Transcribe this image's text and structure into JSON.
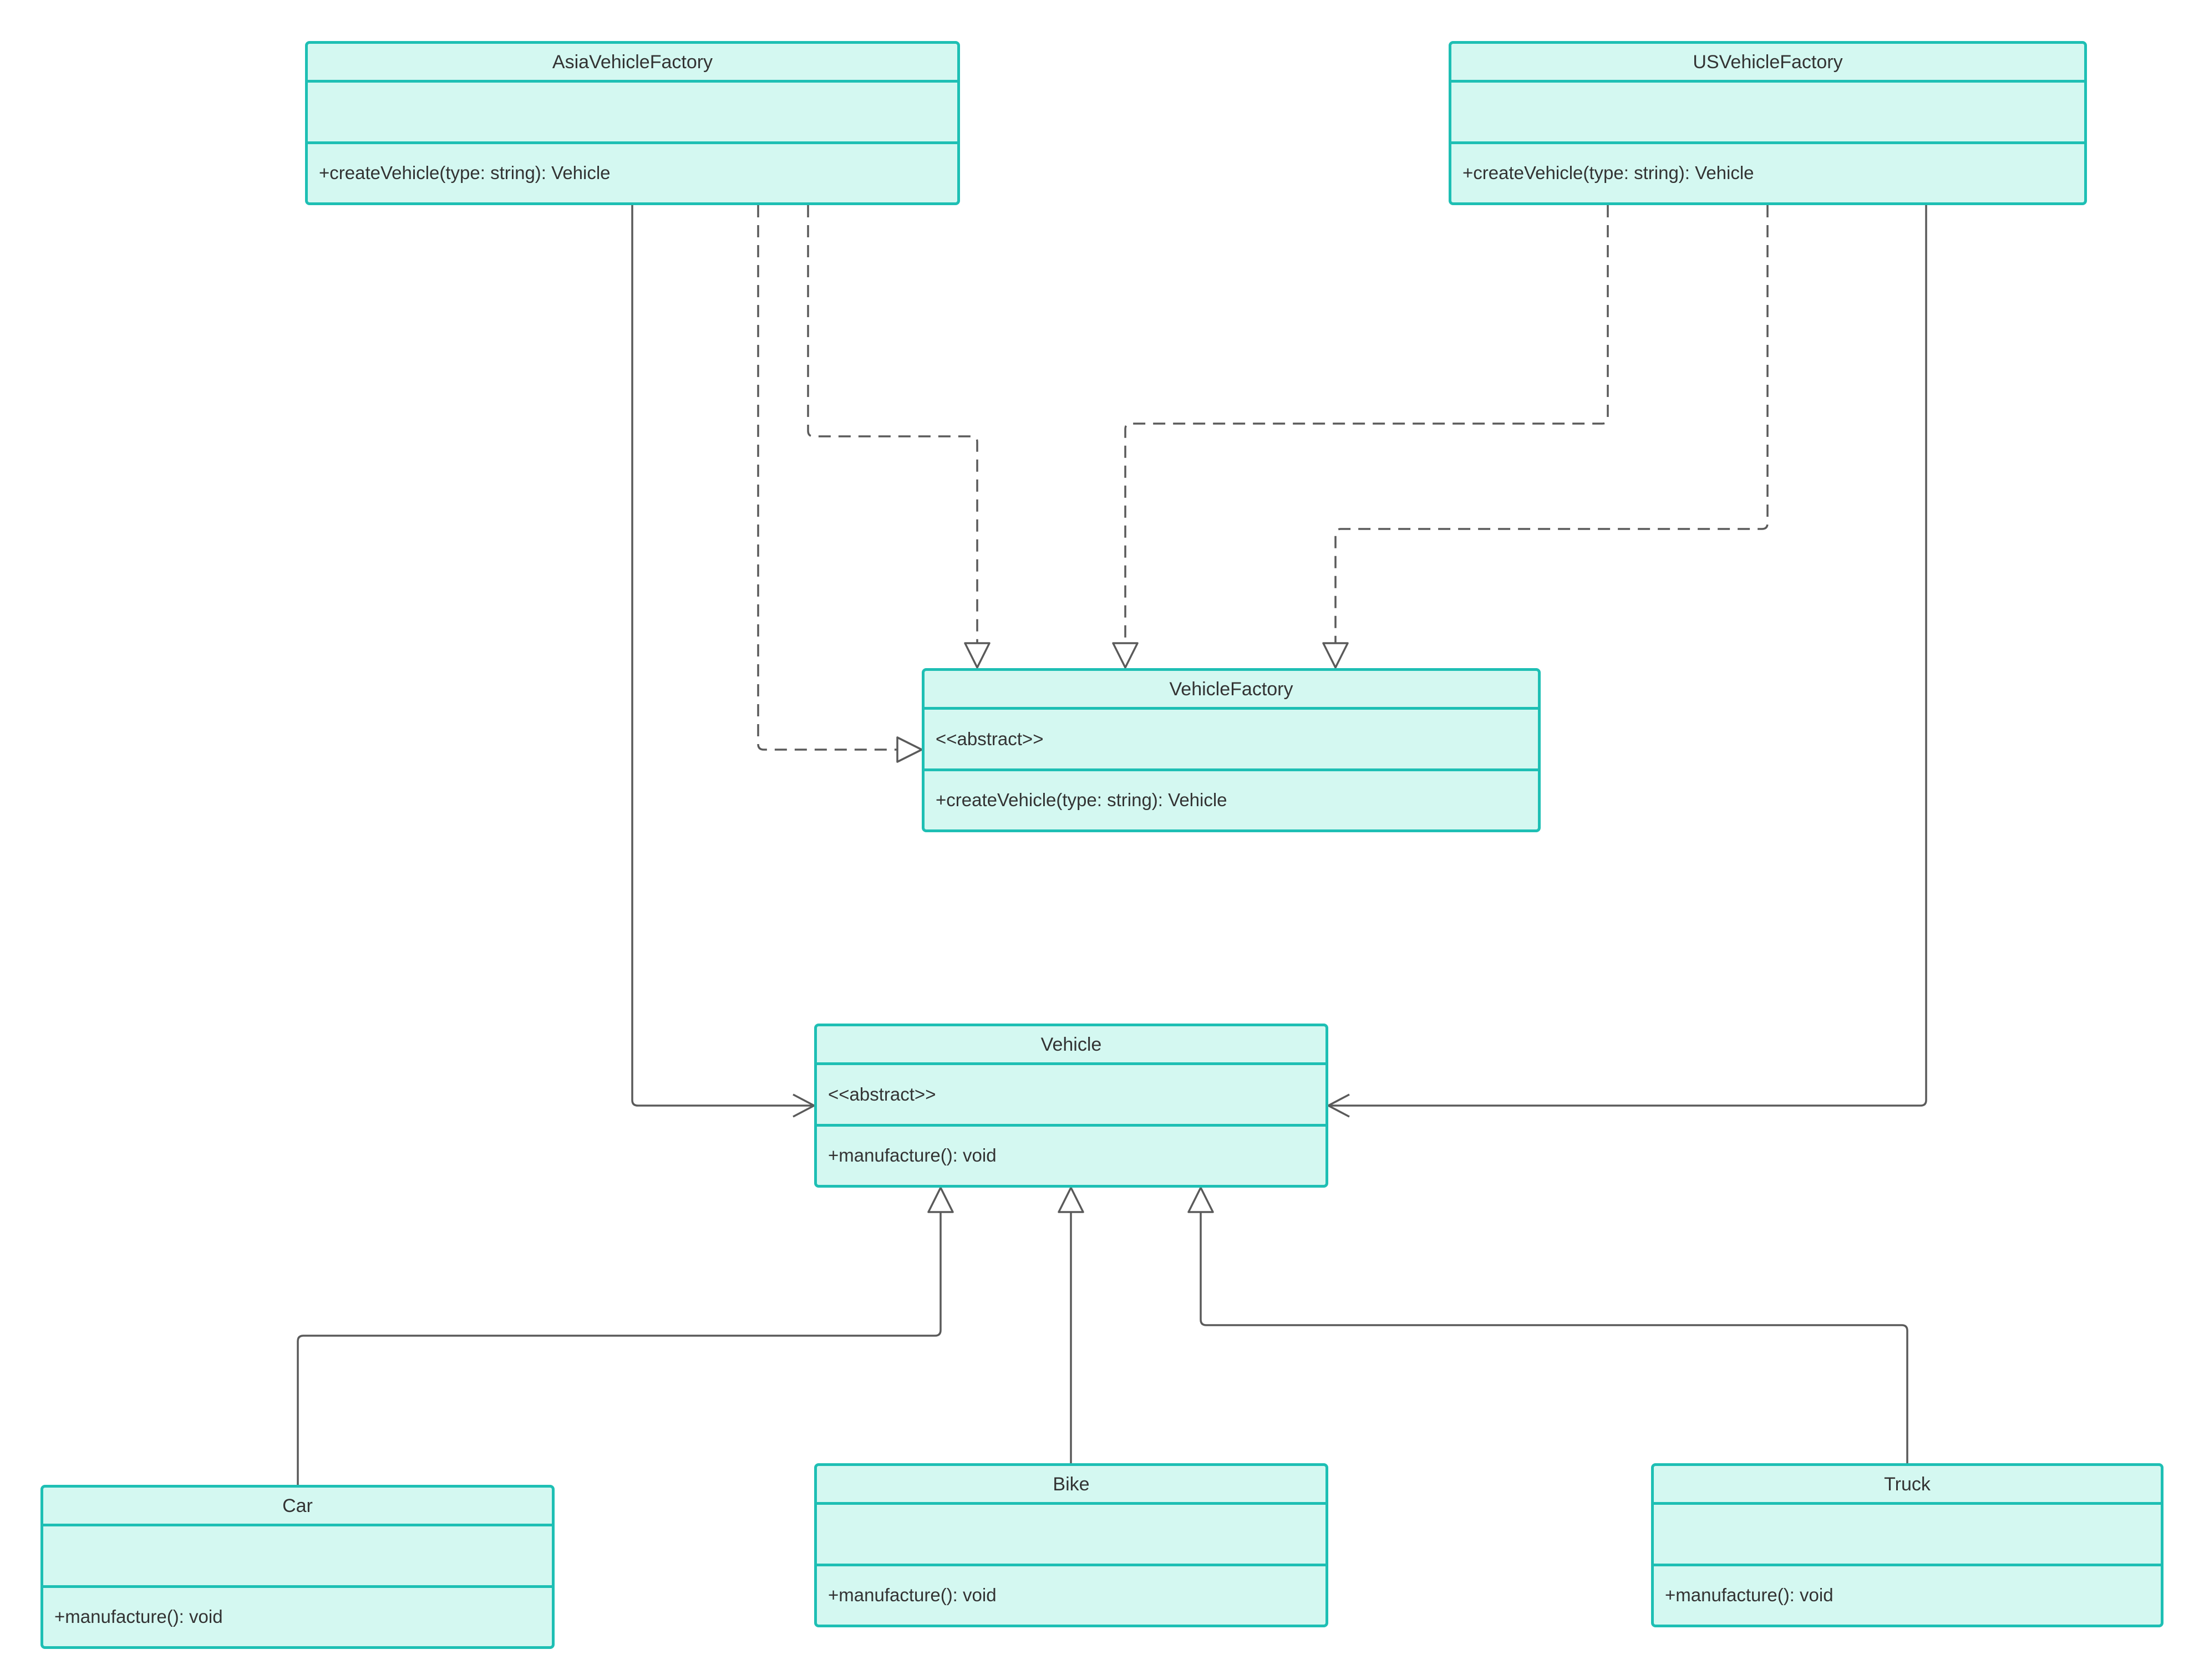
{
  "colors": {
    "box_fill": "#d4f8f1",
    "box_border": "#1ebfb4",
    "connector": "#5a5a5a",
    "text": "#333333"
  },
  "classes": {
    "asia": {
      "name": "AsiaVehicleFactory",
      "attributes": "",
      "operations": "+createVehicle(type: string): Vehicle"
    },
    "us": {
      "name": "USVehicleFactory",
      "attributes": "",
      "operations": "+createVehicle(type: string): Vehicle"
    },
    "vehicle_factory": {
      "name": "VehicleFactory",
      "attributes": "<<abstract>>",
      "operations": "+createVehicle(type: string): Vehicle"
    },
    "vehicle": {
      "name": "Vehicle",
      "attributes": "<<abstract>>",
      "operations": "+manufacture(): void"
    },
    "car": {
      "name": "Car",
      "attributes": "",
      "operations": "+manufacture(): void"
    },
    "bike": {
      "name": "Bike",
      "attributes": "",
      "operations": "+manufacture(): void"
    },
    "truck": {
      "name": "Truck",
      "attributes": "",
      "operations": "+manufacture(): void"
    }
  },
  "relationships": [
    {
      "from": "AsiaVehicleFactory",
      "to": "VehicleFactory",
      "kind": "realization"
    },
    {
      "from": "AsiaVehicleFactory",
      "to": "VehicleFactory",
      "kind": "realization"
    },
    {
      "from": "USVehicleFactory",
      "to": "VehicleFactory",
      "kind": "realization"
    },
    {
      "from": "USVehicleFactory",
      "to": "VehicleFactory",
      "kind": "realization"
    },
    {
      "from": "AsiaVehicleFactory",
      "to": "Vehicle",
      "kind": "association"
    },
    {
      "from": "USVehicleFactory",
      "to": "Vehicle",
      "kind": "association"
    },
    {
      "from": "Car",
      "to": "Vehicle",
      "kind": "generalization"
    },
    {
      "from": "Bike",
      "to": "Vehicle",
      "kind": "generalization"
    },
    {
      "from": "Truck",
      "to": "Vehicle",
      "kind": "generalization"
    }
  ]
}
